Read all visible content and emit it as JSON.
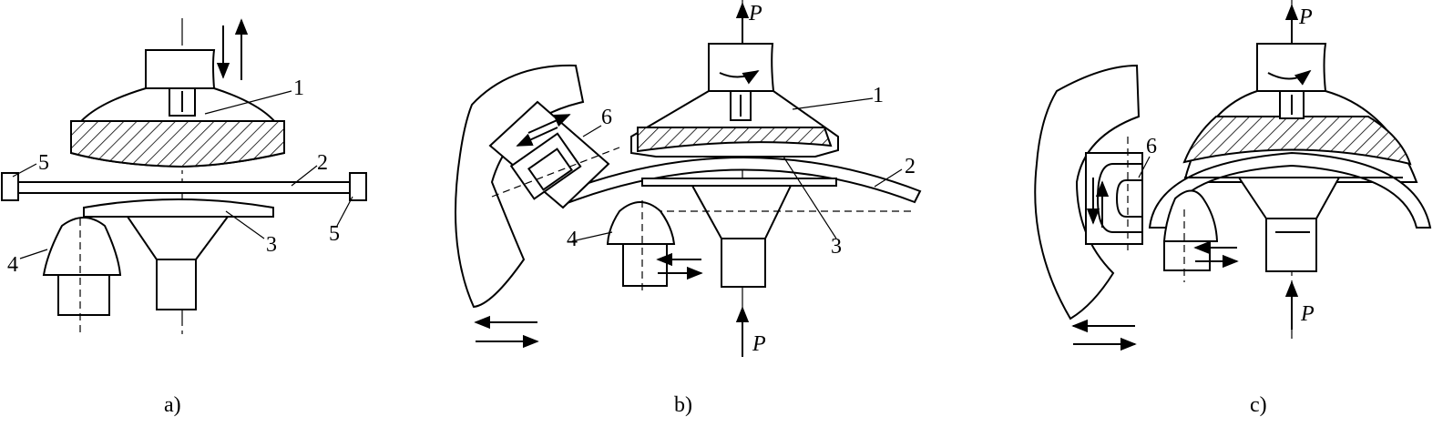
{
  "figure": {
    "panels": [
      {
        "caption": "a)",
        "labels": [
          "1",
          "2",
          "3",
          "4",
          "5",
          "5"
        ]
      },
      {
        "caption": "b)",
        "labels": [
          "1",
          "2",
          "3",
          "4",
          "6"
        ],
        "forces": [
          "P",
          "P"
        ]
      },
      {
        "caption": "c)",
        "labels": [
          "6"
        ],
        "forces": [
          "P",
          "P"
        ]
      }
    ]
  }
}
